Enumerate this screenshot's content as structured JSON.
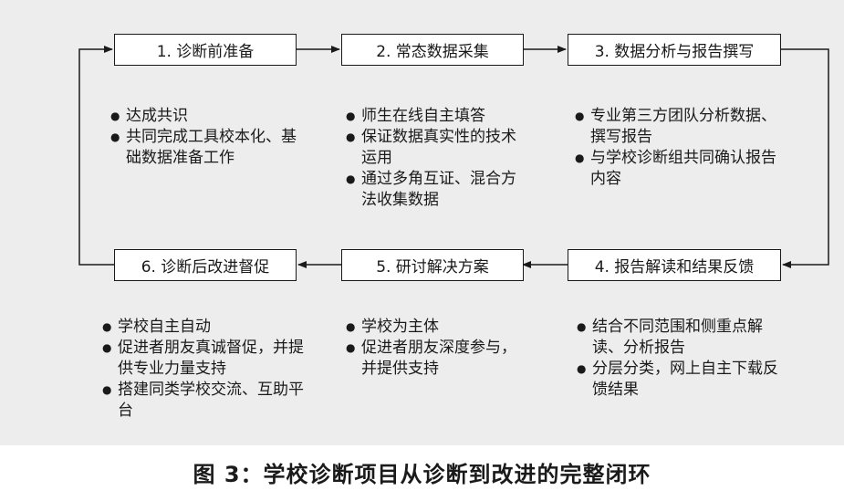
{
  "steps": [
    {
      "label": "1. 诊断前准备"
    },
    {
      "label": "2. 常态数据采集"
    },
    {
      "label": "3. 数据分析与报告撰写"
    },
    {
      "label": "4. 报告解读和结果反馈"
    },
    {
      "label": "5. 研讨解决方案"
    },
    {
      "label": "6. 诊断后改进督促"
    }
  ],
  "details": {
    "step1": [
      "达成共识",
      "共同完成工具校本化、基础数据准备工作"
    ],
    "step2": [
      "师生在线自主填答",
      "保证数据真实性的技术运用",
      "通过多角互证、混合方法收集数据"
    ],
    "step3": [
      "专业第三方团队分析数据、撰写报告",
      "与学校诊断组共同确认报告内容"
    ],
    "step4": [
      "结合不同范围和侧重点解读、分析报告",
      "分层分类，网上自主下载反馈结果"
    ],
    "step5": [
      "学校为主体",
      "促进者朋友深度参与，并提供支持"
    ],
    "step6": [
      "学校自主自动",
      "促进者朋友真诚督促，并提供专业力量支持",
      "搭建同类学校交流、互助平台"
    ]
  },
  "caption": "图 3：学校诊断项目从诊断到改进的完整闭环"
}
